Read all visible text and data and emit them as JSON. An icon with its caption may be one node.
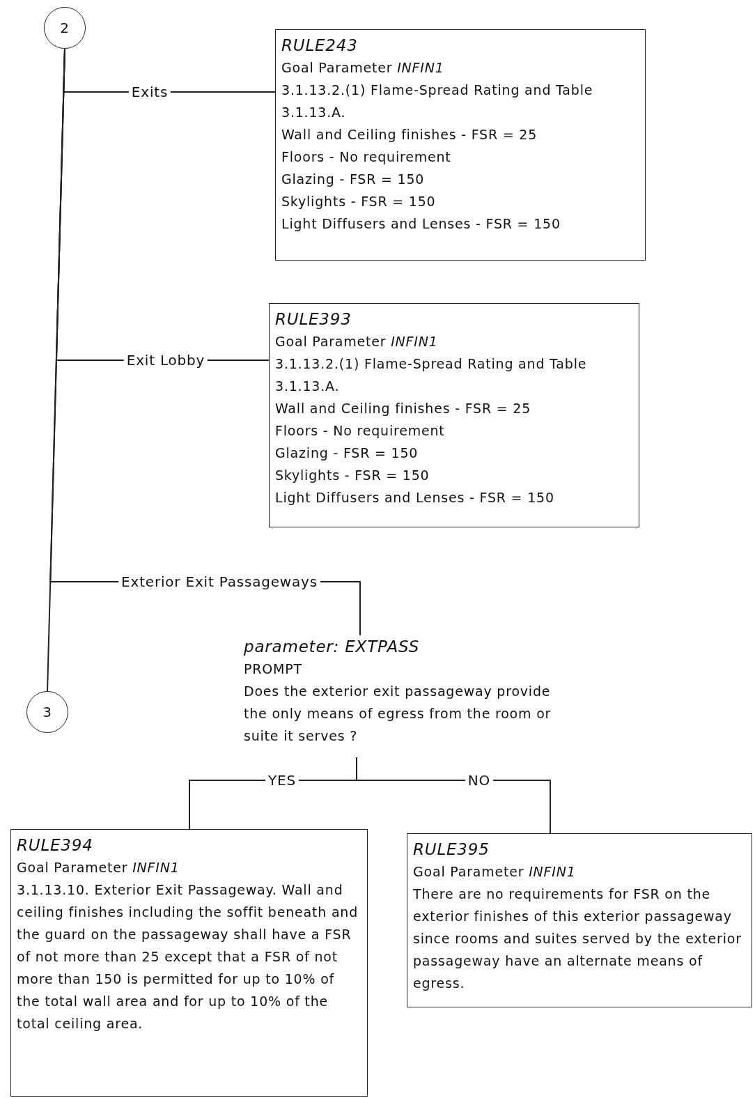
{
  "diagram": {
    "nodes": [
      {
        "text": [
          "2"
        ]
      },
      {
        "text": [
          "RULE243",
          "Goal Parameter *INFIN1*",
          "3.1.13.2.(1) Flame-Spread Rating and Table 3.1.13.A.",
          "Wall and Ceiling finishes - FSR = 25",
          "Floors - No requirement",
          "Glazing - FSR = 150",
          "Skylights - FSR = 150",
          "Light Diffusers and Lenses - FSR = 150"
        ]
      },
      {
        "text": [
          "RULE393",
          "Goal Parameter *INFIN1*",
          "3.1.13.2.(1) Flame-Spread Rating and Table 3.1.13.A.",
          "Wall and Ceiling finishes - FSR = 25",
          "Floors - No requirement",
          "Glazing - FSR = 150",
          "Skylights - FSR = 150",
          "Light Diffusers and Lenses - FSR = 150"
        ]
      },
      {
        "text": [
          "parameter:  EXTPASS",
          "PROMPT",
          "Does the exterior exit passageway provide the only means of egress from the room or suite it serves ?"
        ]
      },
      {
        "text": [
          "3"
        ]
      },
      {
        "text": [
          "RULE394",
          "Goal Parameter *INFIN1*",
          "3.1.13.10. Exterior Exit Passageway. Wall and ceiling finishes including the soffit beneath and the guard on the passageway shall have a FSR of not more than 25 except that a FSR of not more than 150 is permitted for up to 10% of the total wall area and for up to 10% of the total ceiling area."
        ]
      },
      {
        "text": [
          "RULE395",
          "Goal Parameter *INFIN1*",
          "There are no requirements for FSR on the exterior finishes of this exterior passageway since rooms and suites served by the exterior passageway have an alternate means of egress."
        ]
      }
    ],
    "edges": [
      {
        "from": 0,
        "to": 4,
        "arrow": "none"
      },
      {
        "from": 0,
        "to": 1,
        "arrow": "none",
        "label": "Exits"
      },
      {
        "from": 0,
        "to": 2,
        "arrow": "none",
        "label": "Exit Lobby"
      },
      {
        "from": 0,
        "to": 3,
        "arrow": "none",
        "label": "Exterior Exit Passageways"
      },
      {
        "from": 3,
        "to": 5,
        "arrow": "none",
        "label": "YES"
      },
      {
        "from": 3,
        "to": 6,
        "arrow": "none",
        "label": "NO"
      }
    ]
  }
}
